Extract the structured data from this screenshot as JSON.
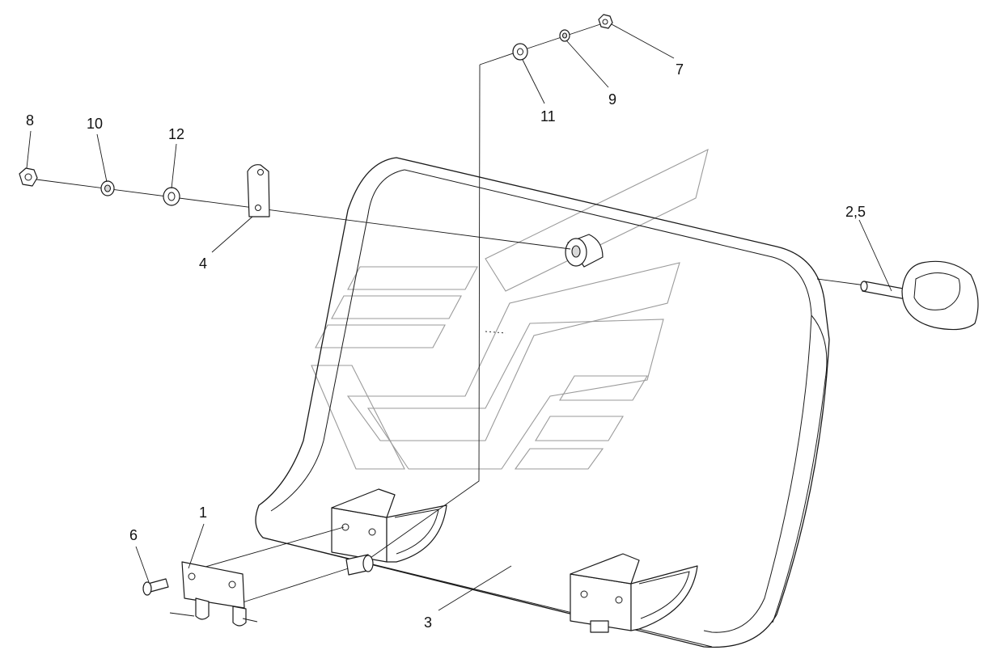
{
  "callouts": {
    "p1": "1",
    "p2_5": "2,5",
    "p3": "3",
    "p4": "4",
    "p6": "6",
    "p7": "7",
    "p8": "8",
    "p9": "9",
    "p10": "10",
    "p11": "11",
    "p12": "12"
  },
  "colors": {
    "line": "#1a1a1a",
    "watermark": "#9a9a9a",
    "background": "#ffffff"
  }
}
